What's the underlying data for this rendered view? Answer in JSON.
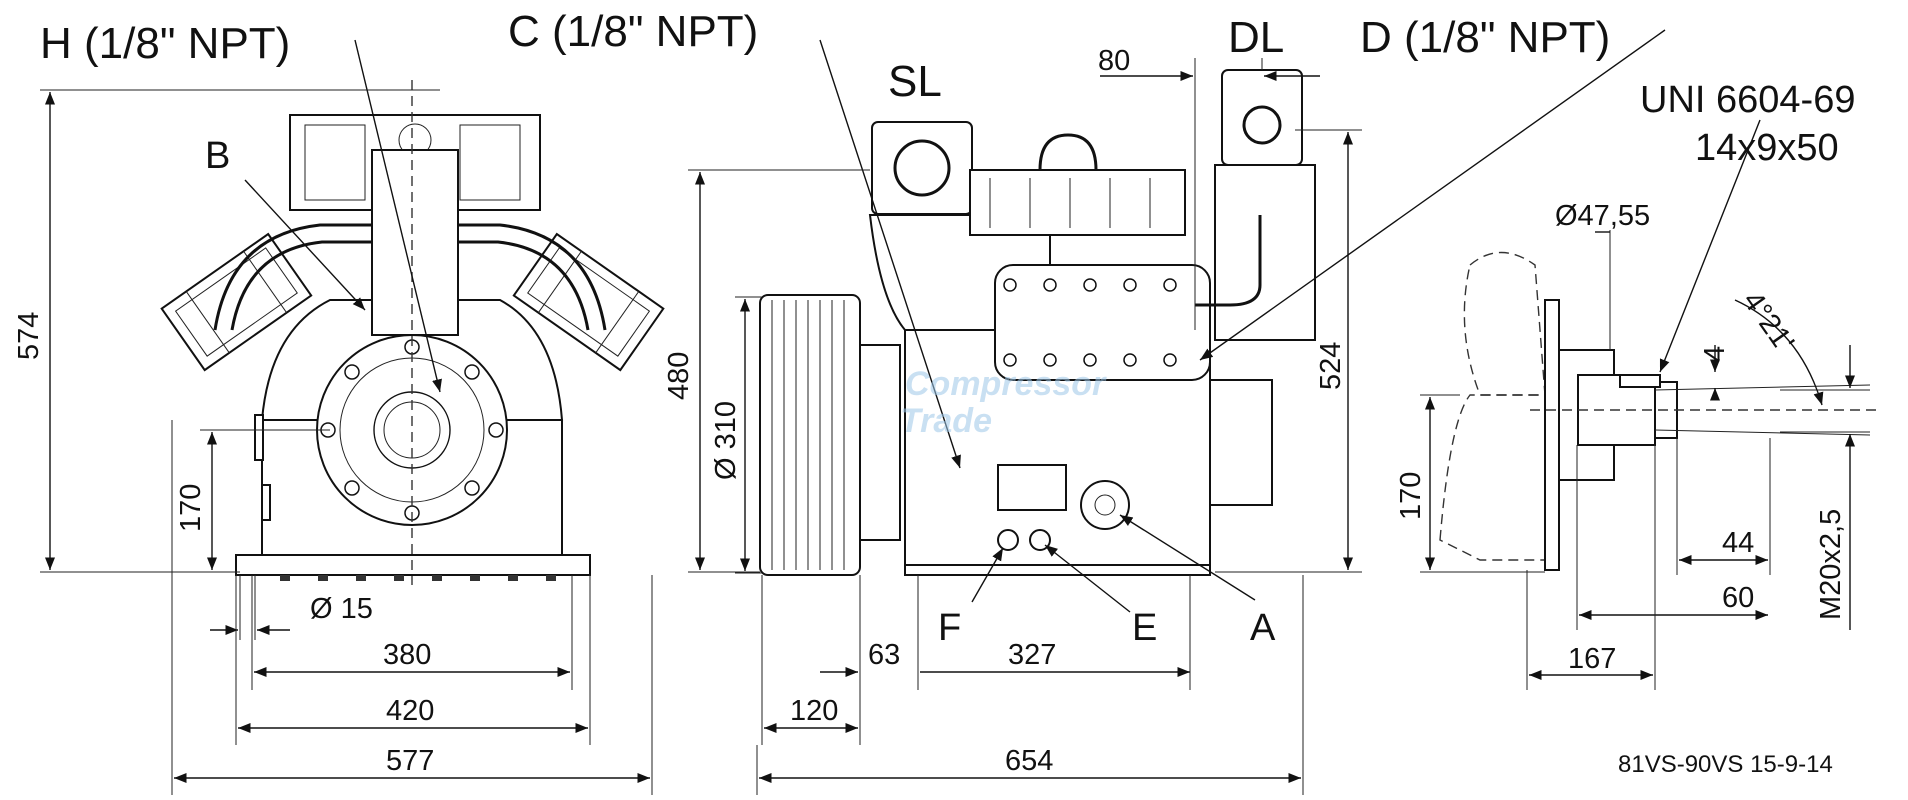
{
  "callouts": {
    "H": "H (1/8\" NPT)",
    "C": "C (1/8\" NPT)",
    "D": "D (1/8\" NPT)",
    "DL": "DL",
    "SL": "SL",
    "B": "B",
    "A": "A",
    "E": "E",
    "F": "F",
    "key_spec_line1": "UNI 6604-69",
    "key_spec_line2": "14x9x50"
  },
  "dimensions": {
    "front_height": "574",
    "front_170": "170",
    "front_hole": "Ø 15",
    "front_380": "380",
    "front_420": "420",
    "front_577": "577",
    "side_480": "480",
    "side_pulley": "Ø 310",
    "side_524": "524",
    "side_80": "80",
    "side_63": "63",
    "side_327": "327",
    "side_120": "120",
    "side_654": "654",
    "shaft_diameter": "Ø47,55",
    "shaft_angle": "4°21'",
    "shaft_4": "4",
    "shaft_170": "170",
    "shaft_44": "44",
    "shaft_60": "60",
    "shaft_167": "167",
    "shaft_thread": "M20x2,5"
  },
  "watermark": {
    "line1": "Compressor",
    "line2": "Trade"
  },
  "drawing_code": "81VS-90VS 15-9-14"
}
